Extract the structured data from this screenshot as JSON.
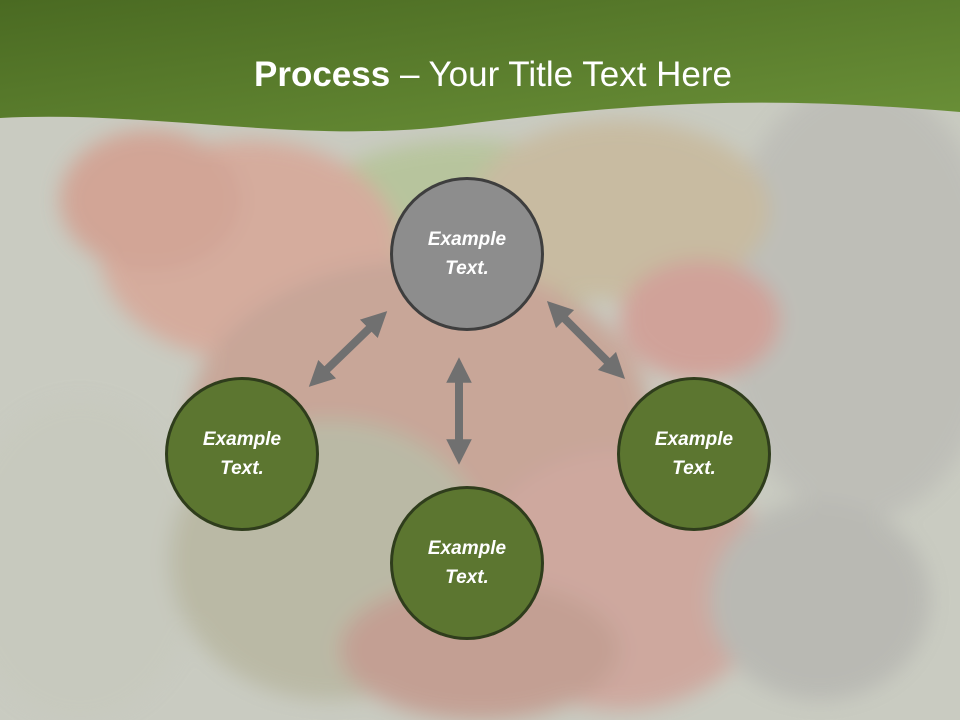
{
  "slide": {
    "title_bold": "Process",
    "title_rest": " – Your Title Text Here"
  },
  "colors": {
    "header_green": "#58782b",
    "node_green": "#5c7630",
    "node_gray": "#8d8d8d",
    "arrow_gray": "#707070"
  },
  "diagram": {
    "nodes": [
      {
        "line1": "Example",
        "line2": "Text."
      },
      {
        "line1": "Example",
        "line2": "Text."
      },
      {
        "line1": "Example",
        "line2": "Text."
      },
      {
        "line1": "Example",
        "line2": "Text."
      }
    ]
  }
}
